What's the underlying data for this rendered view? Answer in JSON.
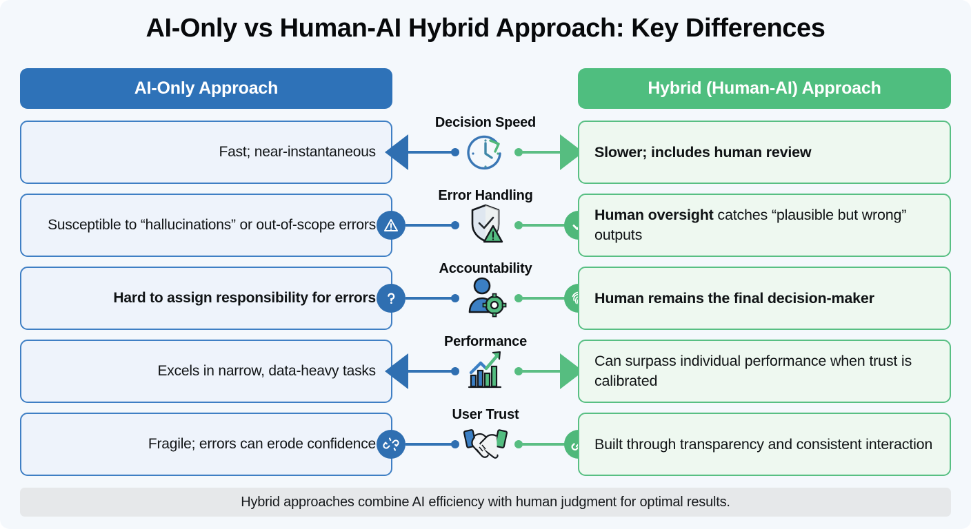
{
  "title": "AI-Only vs Human-AI Hybrid Approach: Key Differences",
  "colors": {
    "blue_header": "#2e72b8",
    "green_header": "#4fbe7f",
    "blue_card_bg": "#eef3fb",
    "blue_card_border": "#3f7fc4",
    "green_card_bg": "#eef8f0",
    "green_card_border": "#58bf83",
    "page_bg": "#f4f8fc",
    "footer_bg": "#e6e8ea",
    "text": "#101315"
  },
  "columns": {
    "left_header": "AI-Only Approach",
    "right_header": "Hybrid (Human-AI) Approach"
  },
  "rows": [
    {
      "label": "Decision Speed",
      "center_icon": "clock-refresh-icon",
      "left": {
        "text": "Fast; near-instantaneous",
        "bold": false,
        "endpoint": "arrow-left",
        "endpoint_icon": "arrow-left-icon"
      },
      "right": {
        "text": "Slower; includes human review",
        "bold": true,
        "endpoint": "arrow-right",
        "endpoint_icon": "arrow-right-icon"
      }
    },
    {
      "label": "Error Handling",
      "center_icon": "shield-warning-icon",
      "left": {
        "text": "Susceptible to “hallucinations” or out-of-scope errors",
        "bold": false,
        "endpoint": "badge",
        "endpoint_icon": "warning-triangle-icon"
      },
      "right": {
        "text_bold_part": "Human oversight",
        "text_rest": " catches “plausible but wrong” outputs",
        "text": "Human oversight catches “plausible but wrong” outputs",
        "bold": "mixed",
        "endpoint": "badge",
        "endpoint_icon": "check-icon"
      }
    },
    {
      "label": "Accountability",
      "center_icon": "user-gear-icon",
      "left": {
        "text": "Hard to assign responsibility for errors",
        "bold": true,
        "endpoint": "badge",
        "endpoint_icon": "question-mark-icon"
      },
      "right": {
        "text": "Human remains the final decision-maker",
        "bold": true,
        "endpoint": "badge",
        "endpoint_icon": "fingerprint-icon"
      }
    },
    {
      "label": "Performance",
      "center_icon": "growth-chart-icon",
      "left": {
        "text": "Excels in narrow, data-heavy tasks",
        "bold": false,
        "endpoint": "arrow-left",
        "endpoint_icon": "arrow-left-icon"
      },
      "right": {
        "text": "Can surpass individual performance when trust is calibrated",
        "bold": false,
        "endpoint": "arrow-right",
        "endpoint_icon": "arrow-right-icon"
      }
    },
    {
      "label": "User Trust",
      "center_icon": "handshake-icon",
      "left": {
        "text": "Fragile; errors can erode confidence",
        "bold": false,
        "endpoint": "badge",
        "endpoint_icon": "broken-link-icon"
      },
      "right": {
        "text": "Built through transparency and consistent interaction",
        "bold": false,
        "endpoint": "badge",
        "endpoint_icon": "link-icon"
      }
    }
  ],
  "footer": "Hybrid approaches combine AI efficiency with human judgment for optimal results."
}
